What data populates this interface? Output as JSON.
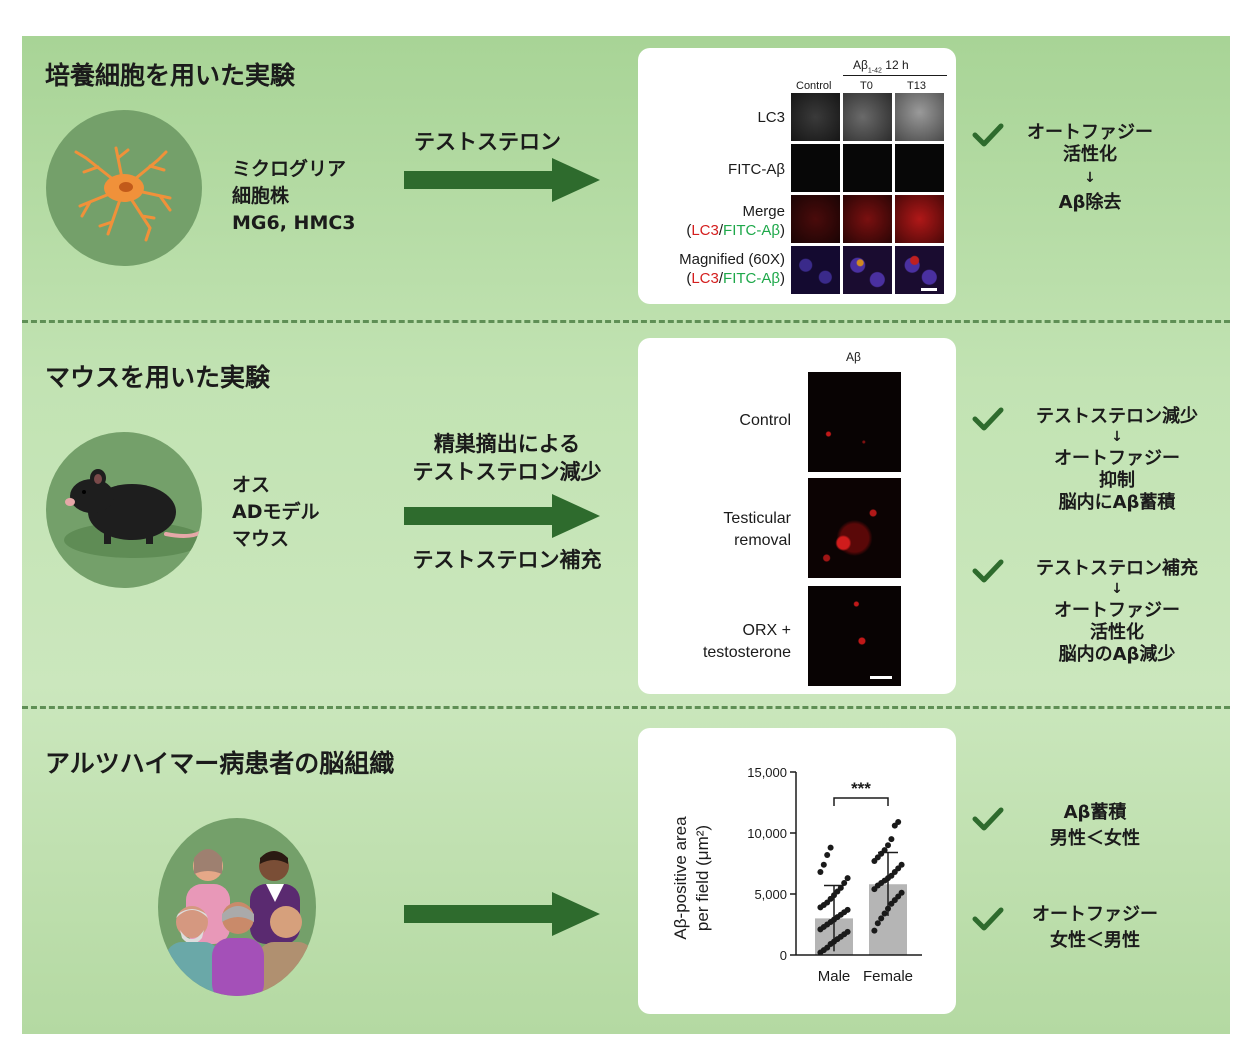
{
  "sections": [
    {
      "title": "培養細胞を用いた実験",
      "subject_lines": [
        "ミクログリア",
        "細胞株",
        "MG6, HMC3"
      ],
      "arrow_top_label": "テストステロン",
      "results": [
        {
          "lines": [
            "オートファジー",
            "活性化",
            "↓",
            "Aβ除去"
          ]
        }
      ]
    },
    {
      "title": "マウスを用いた実験",
      "subject_lines": [
        "オス",
        "ADモデル",
        "マウス"
      ],
      "arrow_top_label_lines": [
        "精巣摘出による",
        "テストステロン減少"
      ],
      "arrow_bottom_label": "テストステロン補充",
      "results": [
        {
          "lines": [
            "テストステロン減少",
            "↓",
            "オートファジー",
            "抑制",
            "脳内にAβ蓄積"
          ]
        },
        {
          "lines": [
            "テストステロン補充",
            "↓",
            "オートファジー",
            "活性化",
            "脳内のAβ減少"
          ]
        }
      ]
    },
    {
      "title": "アルツハイマー病患者の脳組織",
      "results": [
        {
          "lines": [
            "Aβ蓄積",
            "男性＜女性"
          ]
        },
        {
          "lines": [
            "オートファジー",
            "女性＜男性"
          ]
        }
      ]
    }
  ],
  "micrograph1": {
    "header_top": "Aβ",
    "header_sub": "1-42",
    "header_time": "12 h",
    "columns": [
      "Control",
      "T0",
      "T13"
    ],
    "rows": [
      "LC3",
      "FITC-Aβ",
      "Merge",
      "Magnified (60X)"
    ],
    "legend_lc3": "LC3",
    "legend_slash": "/",
    "legend_fitc": "FITC-Aβ",
    "legend_open": "(",
    "legend_close": ")"
  },
  "micrograph2": {
    "header": "Aβ",
    "rows": [
      {
        "lines": [
          "Control"
        ]
      },
      {
        "lines": [
          "Testicular",
          "removal"
        ]
      },
      {
        "lines": [
          "ORX +",
          "testosterone"
        ]
      }
    ]
  },
  "chart_data": {
    "type": "bar",
    "categories": [
      "Male",
      "Female"
    ],
    "values": [
      3000,
      5800
    ],
    "errors": [
      2700,
      2600
    ],
    "ylim": [
      0,
      15000
    ],
    "yticks": [
      "0",
      "5,000",
      "10,000",
      "15,000"
    ],
    "ytick_values": [
      0,
      5000,
      10000,
      15000
    ],
    "ylabel_line1": "Aβ-positive area",
    "ylabel_line2": "per field (μm²)",
    "significance": "***",
    "points": {
      "Male": [
        200,
        400,
        600,
        900,
        1100,
        1300,
        1500,
        1700,
        1900,
        2100,
        2300,
        2500,
        2700,
        2900,
        3100,
        3300,
        3500,
        3700,
        3900,
        4100,
        4300,
        4600,
        4900,
        5200,
        5500,
        5900,
        6300,
        6800,
        7400,
        8200,
        8800
      ],
      "Female": [
        2000,
        2600,
        3000,
        3400,
        3800,
        4200,
        4500,
        4800,
        5100,
        5400,
        5700,
        5900,
        6100,
        6300,
        6500,
        6800,
        7100,
        7400,
        7700,
        8000,
        8300,
        8600,
        9000,
        9500,
        10600,
        10900
      ]
    },
    "colors": {
      "bar": "#b5b5b5",
      "points": "#1a1a1a"
    }
  },
  "colors": {
    "arrow": "#2e6b2d",
    "check": "#2e6b2d",
    "circle": "#74a06a"
  }
}
